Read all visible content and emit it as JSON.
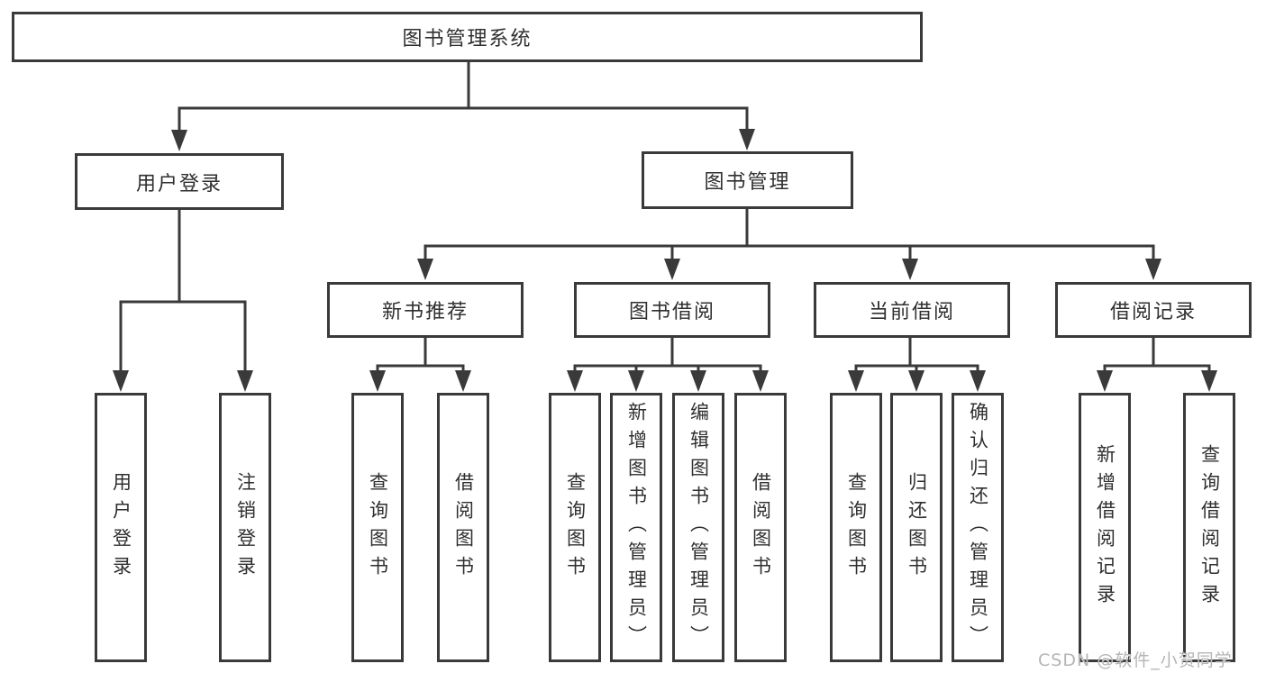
{
  "colors": {
    "line": "#3a3a3a",
    "box_border": "#3a3a3a",
    "text": "#2f2f2f",
    "background": "#ffffff",
    "watermark": "#b5b5b5"
  },
  "diagram_type": "hierarchy-tree",
  "tree": {
    "root": {
      "label": "图书管理系统",
      "children": [
        {
          "label": "用户登录",
          "children": [
            {
              "label": "用户登录"
            },
            {
              "label": "注销登录"
            }
          ]
        },
        {
          "label": "图书管理",
          "children": [
            {
              "label": "新书推荐",
              "children": [
                {
                  "label": "查询图书"
                },
                {
                  "label": "借阅图书"
                }
              ]
            },
            {
              "label": "图书借阅",
              "children": [
                {
                  "label": "查询图书"
                },
                {
                  "label": "新增图书（管理员）"
                },
                {
                  "label": "编辑图书（管理员）"
                },
                {
                  "label": "借阅图书"
                }
              ]
            },
            {
              "label": "当前借阅",
              "children": [
                {
                  "label": "查询图书"
                },
                {
                  "label": "归还图书"
                },
                {
                  "label": "确认归还（管理员）"
                }
              ]
            },
            {
              "label": "借阅记录",
              "children": [
                {
                  "label": "新增借阅记录"
                },
                {
                  "label": "查询借阅记录"
                }
              ]
            }
          ]
        }
      ]
    }
  },
  "watermark": {
    "text": "CSDN @软件_小贺同学"
  }
}
